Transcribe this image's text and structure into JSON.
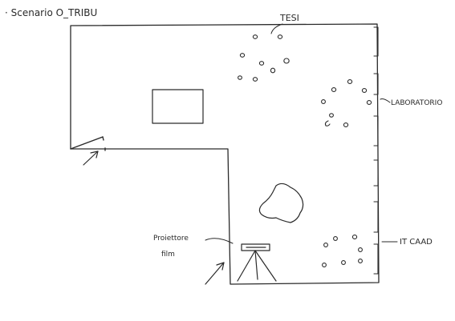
{
  "scenario_title": "· Scenario  O_TRIBU",
  "labels": {
    "tesi": "TESI",
    "laboratorio": "LABORATORIO",
    "it_caad": "IT CAAD",
    "proiettore_line1": "Proiettore",
    "proiettore_line2": "film"
  },
  "colors": {
    "ink": "#2a2a2a",
    "paper": "#ffffff"
  }
}
